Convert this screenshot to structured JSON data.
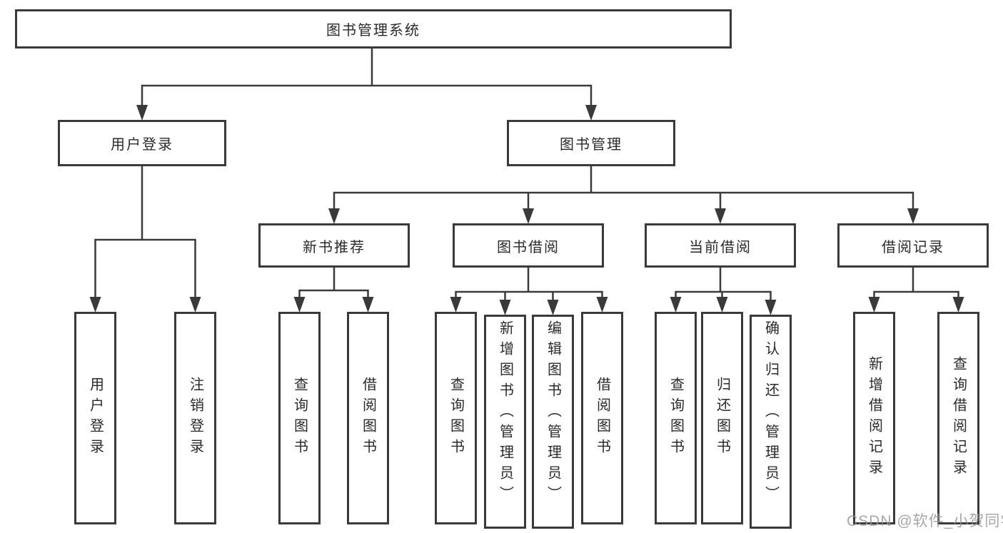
{
  "tree": {
    "label": "图书管理系统",
    "children": [
      {
        "label": "用户登录",
        "children": [
          {
            "label": "用户登录"
          },
          {
            "label": "注销登录"
          }
        ]
      },
      {
        "label": "图书管理",
        "children": [
          {
            "label": "新书推荐",
            "children": [
              {
                "label": "查询图书"
              },
              {
                "label": "借阅图书"
              }
            ]
          },
          {
            "label": "图书借阅",
            "children": [
              {
                "label": "查询图书"
              },
              {
                "label": "新增图书（管理员）"
              },
              {
                "label": "编辑图书（管理员）"
              },
              {
                "label": "借阅图书"
              }
            ]
          },
          {
            "label": "当前借阅",
            "children": [
              {
                "label": "查询图书"
              },
              {
                "label": "归还图书"
              },
              {
                "label": "确认归还（管理员）"
              }
            ]
          },
          {
            "label": "借阅记录",
            "children": [
              {
                "label": "新增借阅记录"
              },
              {
                "label": "查询借阅记录"
              }
            ]
          }
        ]
      }
    ]
  },
  "watermark": {
    "text": "CSDN @软件_小贺同学"
  },
  "colors": {
    "line": "#3a3a3a",
    "text": "#2a2a2a",
    "watermark": "#949494",
    "background": "#ffffff"
  }
}
